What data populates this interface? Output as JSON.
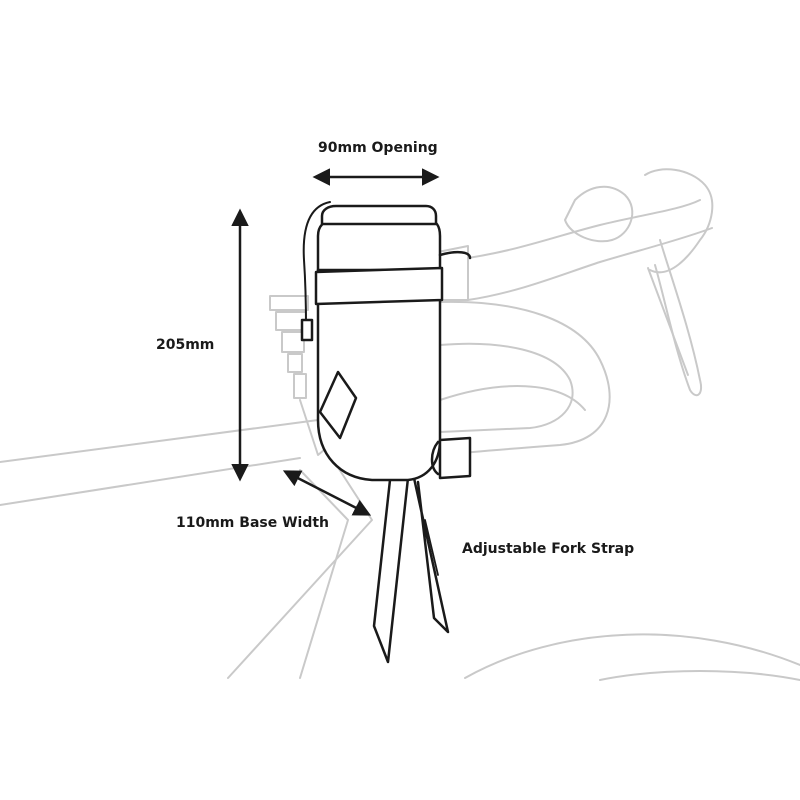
{
  "labels": {
    "opening": "90mm Opening",
    "height": "205mm",
    "base_width": "110mm Base Width",
    "fork_strap": "Adjustable Fork Strap"
  },
  "colors": {
    "background": "#ffffff",
    "bike_line": "#c9c9c9",
    "bag_line": "#1a1a1a",
    "arrow": "#1a1a1a"
  }
}
